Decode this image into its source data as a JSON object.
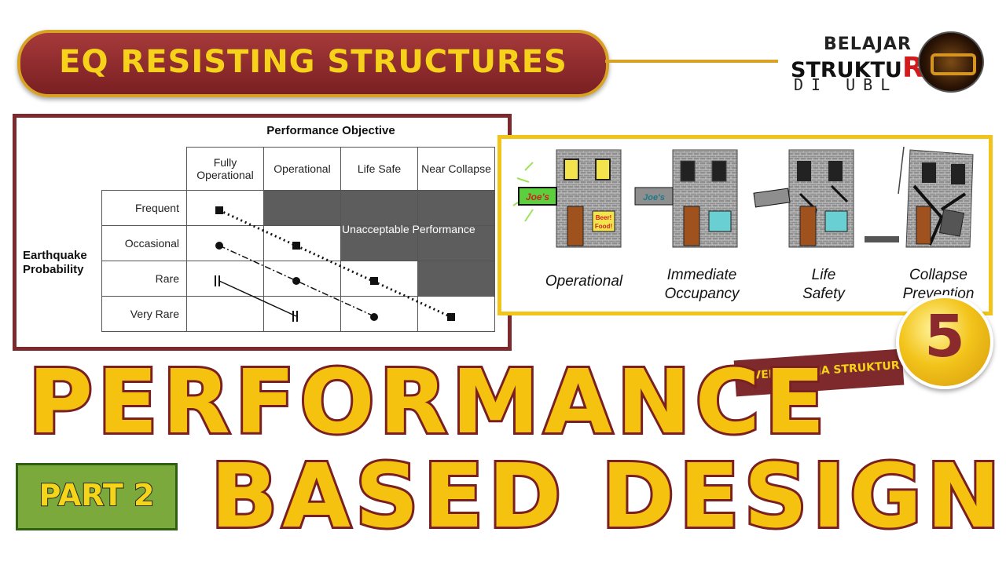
{
  "banner": {
    "title": "EQ RESISTING STRUCTURES"
  },
  "logo": {
    "line1": "BELAJAR",
    "line2_main": "STRUKTU",
    "line2_accent": "R",
    "line3": "DI UBL"
  },
  "table": {
    "header": "Performance Objective",
    "columns": [
      "Fully Operational",
      "Operational",
      "Life Safe",
      "Near Collapse"
    ],
    "rows": [
      "Frequent",
      "Occasional",
      "Rare",
      "Very Rare"
    ],
    "side_label": "Earthquake Probability",
    "unacceptable": "Unacceptable Performance"
  },
  "buildings": {
    "captions": [
      "Operational",
      "Immediate Occupancy",
      "Life Safety",
      "Collapse Prevention"
    ],
    "sign": "Joe's",
    "window_sign": "Beer! Food!"
  },
  "badge": {
    "number": "5",
    "label": "LEVEL KINERJA STRUKTUR"
  },
  "headline": {
    "line1": "PERFORMANCE",
    "line2": "BASED DESIGN"
  },
  "part": {
    "label": "PART 2"
  },
  "colors": {
    "maroon": "#7a1f22",
    "gold": "#f4c20f",
    "green": "#7ba93b"
  }
}
